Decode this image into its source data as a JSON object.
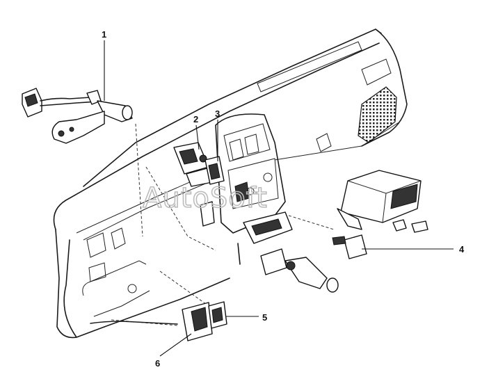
{
  "figure": {
    "watermark": "AutoSoft",
    "callouts": [
      {
        "id": "1",
        "label": "1"
      },
      {
        "id": "2",
        "label": "2"
      },
      {
        "id": "3",
        "label": "3"
      },
      {
        "id": "4",
        "label": "4"
      },
      {
        "id": "5",
        "label": "5"
      },
      {
        "id": "6",
        "label": "6"
      }
    ]
  }
}
